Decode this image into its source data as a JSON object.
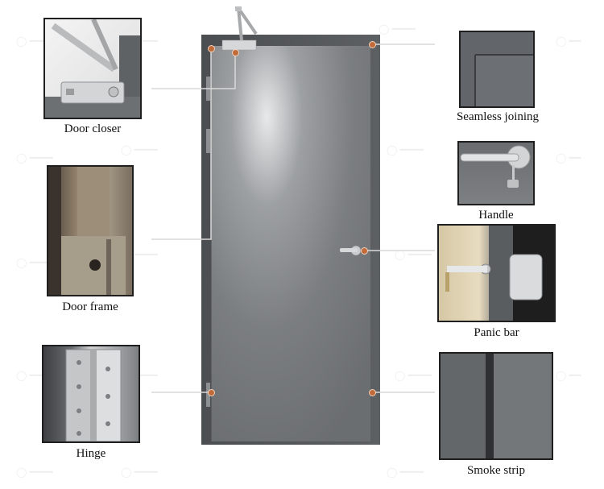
{
  "labels": {
    "door_closer": "Door closer",
    "door_frame": "Door frame",
    "hinge": "Hinge",
    "seamless_joining": "Seamless joining",
    "handle": "Handle",
    "panic_bar": "Panic bar",
    "smoke_strip": "Smoke strip"
  },
  "colors": {
    "door": "#7a7d80",
    "frame": "#55585b",
    "callout_dot": "#c26b3a",
    "leader_line": "#d9d9d9"
  },
  "icons": [
    "door-closer-photo",
    "door-frame-photo",
    "hinge-photo",
    "seamless-joining-photo",
    "handle-photo",
    "panic-bar-photo",
    "smoke-strip-photo"
  ]
}
